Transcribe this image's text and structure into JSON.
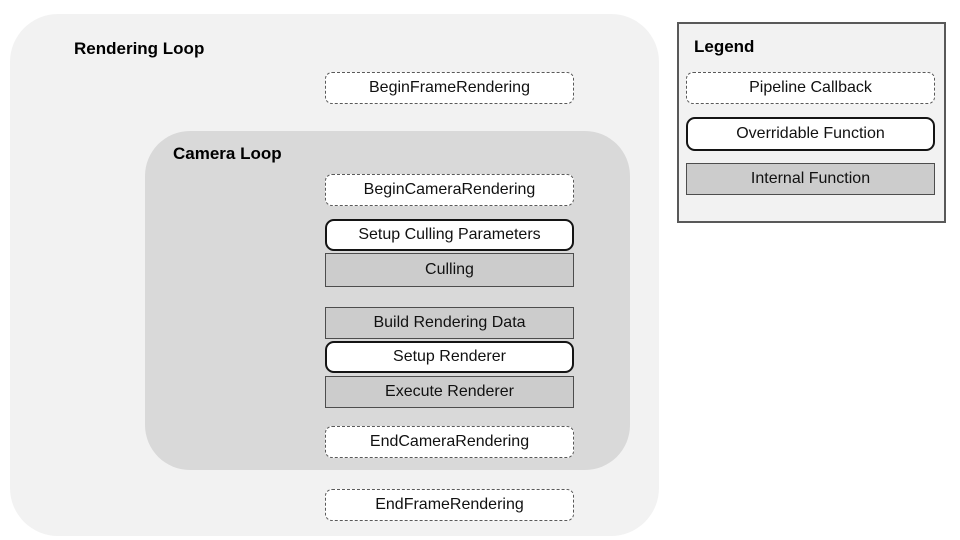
{
  "diagram": {
    "rendering_loop": {
      "title": "Rendering Loop",
      "nodes": {
        "begin_frame": {
          "label": "BeginFrameRendering",
          "type": "pipeline-callback"
        },
        "end_frame": {
          "label": "EndFrameRendering",
          "type": "pipeline-callback"
        }
      },
      "camera_loop": {
        "title": "Camera Loop",
        "nodes": {
          "begin_camera": {
            "label": "BeginCameraRendering",
            "type": "pipeline-callback"
          },
          "setup_culling": {
            "label": "Setup Culling Parameters",
            "type": "overridable-function"
          },
          "culling": {
            "label": "Culling",
            "type": "internal-function"
          },
          "build_rendering_data": {
            "label": "Build Rendering Data",
            "type": "internal-function"
          },
          "setup_renderer": {
            "label": "Setup Renderer",
            "type": "overridable-function"
          },
          "execute_renderer": {
            "label": "Execute Renderer",
            "type": "internal-function"
          },
          "end_camera": {
            "label": "EndCameraRendering",
            "type": "pipeline-callback"
          }
        }
      }
    },
    "legend": {
      "title": "Legend",
      "items": {
        "pipeline_callback": {
          "label": "Pipeline Callback",
          "type": "pipeline-callback"
        },
        "overridable_function": {
          "label": "Overridable Function",
          "type": "overridable-function"
        },
        "internal_function": {
          "label": "Internal Function",
          "type": "internal-function"
        }
      }
    },
    "colors": {
      "outer_loop_bg": "#f2f2f2",
      "camera_loop_bg": "#d9d9d9",
      "internal_box_bg": "#cccccc",
      "internal_border": "#4d4d4d",
      "solid_border": "#141414",
      "dashed_border": "#595959",
      "legend_bg": "#f2f2f2",
      "legend_border": "#595959"
    }
  }
}
